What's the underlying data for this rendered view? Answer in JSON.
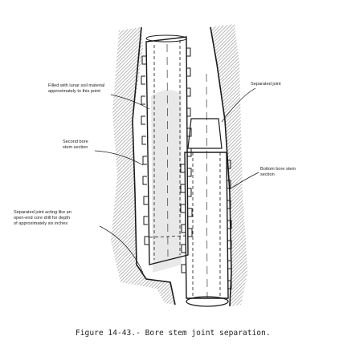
{
  "figure": {
    "caption": "Figure 14-43.- Bore stem joint separation.",
    "callouts": [
      {
        "lines": [
          "Filled with lunar soil material",
          "approximately to this point"
        ]
      },
      {
        "lines": [
          "Second bore",
          "stem section"
        ]
      },
      {
        "lines": [
          "Separated joint acting like an",
          "open-end core drill for depth",
          "of approximately six inches"
        ]
      },
      {
        "lines": [
          "Separated joint"
        ]
      },
      {
        "lines": [
          "Bottom bore stem",
          "section"
        ]
      }
    ]
  }
}
